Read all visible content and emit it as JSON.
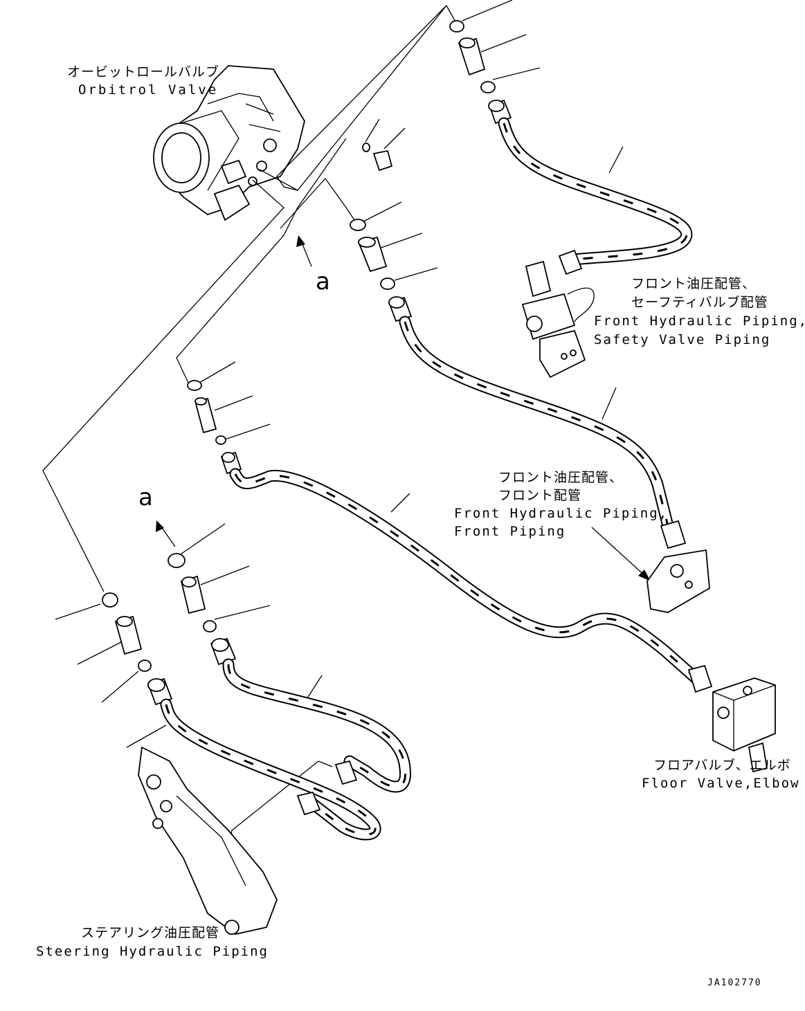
{
  "labels": {
    "orbitrol_jp": "オービットロールバルブ",
    "orbitrol_en": "Orbitrol Valve",
    "safety_jp_1": "フロント油圧配管、",
    "safety_jp_2": "セーフティバルブ配管",
    "safety_en_1": "Front Hydraulic Piping,",
    "safety_en_2": "Safety Valve Piping",
    "front_jp_1": "フロント油圧配管、",
    "front_jp_2": "フロント配管",
    "front_en_1": "Front Hydraulic Piping,",
    "front_en_2": "Front Piping",
    "floor_jp": "フロアバルブ、エルボ",
    "floor_en": "Floor Valve,Elbow",
    "steering_jp": "ステアリング油圧配管",
    "steering_en": "Steering Hydraulic Piping",
    "callout_a_upper": "a",
    "callout_a_lower": "a",
    "drawing_code": "JA102770"
  }
}
